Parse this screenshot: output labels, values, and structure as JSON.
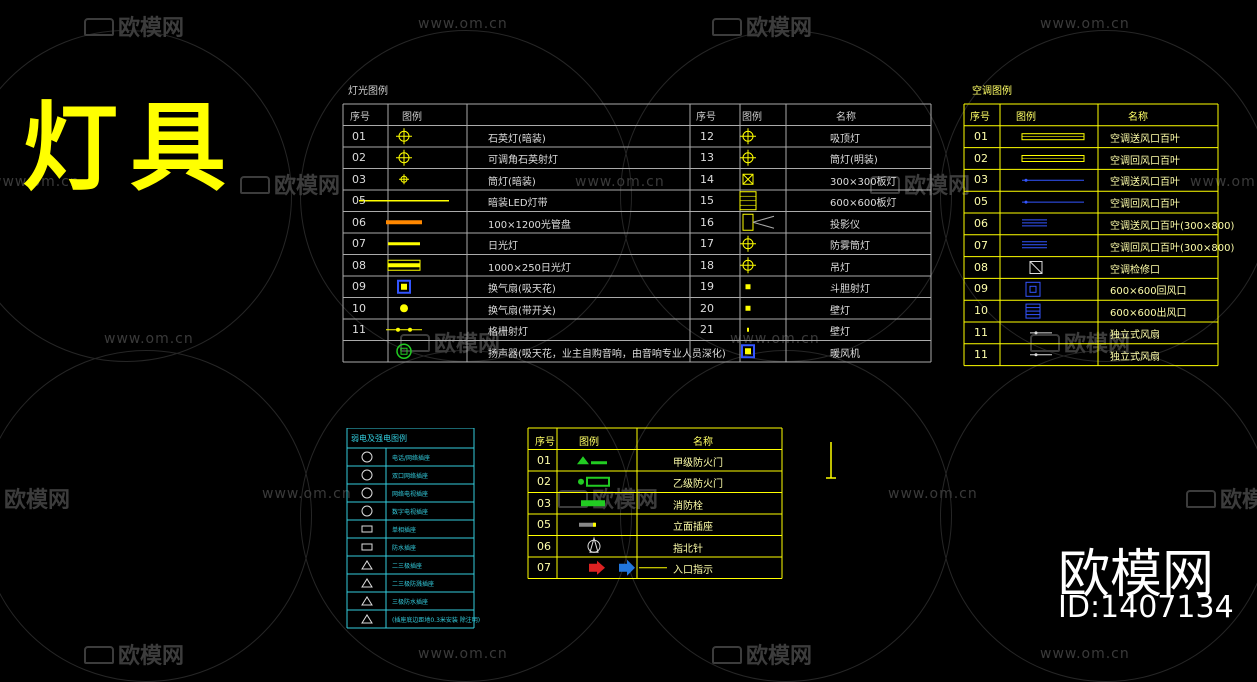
{
  "title": "灯具",
  "watermark": {
    "url": "www.om.cn",
    "logo": "欧模网"
  },
  "brand": {
    "name": "欧模网",
    "id": "ID:1407134"
  },
  "lighting_legend": {
    "caption": "灯光图例",
    "headers": [
      "序号",
      "图例",
      "",
      "序号",
      "图例",
      "名称"
    ],
    "rows": [
      {
        "no": "01",
        "name": "石英灯(暗装)",
        "no2": "12",
        "name2": "吸顶灯"
      },
      {
        "no": "02",
        "name": "可调角石英射灯",
        "no2": "13",
        "name2": "筒灯(明装)"
      },
      {
        "no": "03",
        "name": "筒灯(暗装)",
        "no2": "14",
        "name2": "300×300板灯"
      },
      {
        "no": "05",
        "name": "暗装LED灯带",
        "no2": "15",
        "name2": "600×600板灯"
      },
      {
        "no": "06",
        "name": "100×1200光管盘",
        "no2": "16",
        "name2": "投影仪"
      },
      {
        "no": "07",
        "name": "日光灯",
        "no2": "17",
        "name2": "防雾筒灯"
      },
      {
        "no": "08",
        "name": "1000×250日光灯",
        "no2": "18",
        "name2": "吊灯"
      },
      {
        "no": "09",
        "name": "换气扇(吸天花)",
        "no2": "19",
        "name2": "斗胆射灯"
      },
      {
        "no": "10",
        "name": "换气扇(带开关)",
        "no2": "20",
        "name2": "壁灯"
      },
      {
        "no": "11",
        "name": "格栅射灯",
        "no2": "21",
        "name2": "壁灯"
      },
      {
        "no": "",
        "name": "扬声器(吸天花，业主自购音响，由音响专业人员深化)",
        "no2": "",
        "name2": "暖风机"
      }
    ]
  },
  "ac_legend": {
    "caption": "空调图例",
    "headers": [
      "序号",
      "图例",
      "名称"
    ],
    "rows": [
      {
        "no": "01",
        "name": "空调送风口百叶"
      },
      {
        "no": "02",
        "name": "空调回风口百叶"
      },
      {
        "no": "03",
        "name": "空调送风口百叶"
      },
      {
        "no": "05",
        "name": "空调回风口百叶"
      },
      {
        "no": "06",
        "name": "空调送风口百叶(300×800)"
      },
      {
        "no": "07",
        "name": "空调回风口百叶(300×800)"
      },
      {
        "no": "08",
        "name": "空调检修口"
      },
      {
        "no": "09",
        "name": "600×600回风口"
      },
      {
        "no": "10",
        "name": "600×600出风口"
      },
      {
        "no": "11",
        "name": "独立式风扇"
      },
      {
        "no": "11",
        "name": "独立式风扇"
      }
    ]
  },
  "weak_legend": {
    "caption": "弱电及强电图例",
    "rows": [
      "电话/网络插座",
      "双口网络插座",
      "网络电视插座",
      "数字电视插座",
      "单相插座",
      "防水插座",
      "二三极插座",
      "二三极防溅插座",
      "三极防水插座",
      "(插座底边距地0.3米安装 除注明)"
    ]
  },
  "fire_legend": {
    "headers": [
      "序号",
      "图例",
      "名称"
    ],
    "rows": [
      {
        "no": "01",
        "name": "甲级防火门"
      },
      {
        "no": "02",
        "name": "乙级防火门"
      },
      {
        "no": "03",
        "name": "消防栓"
      },
      {
        "no": "05",
        "name": "立面插座"
      },
      {
        "no": "06",
        "name": "指北针"
      },
      {
        "no": "07",
        "name": "入口指示"
      }
    ]
  }
}
